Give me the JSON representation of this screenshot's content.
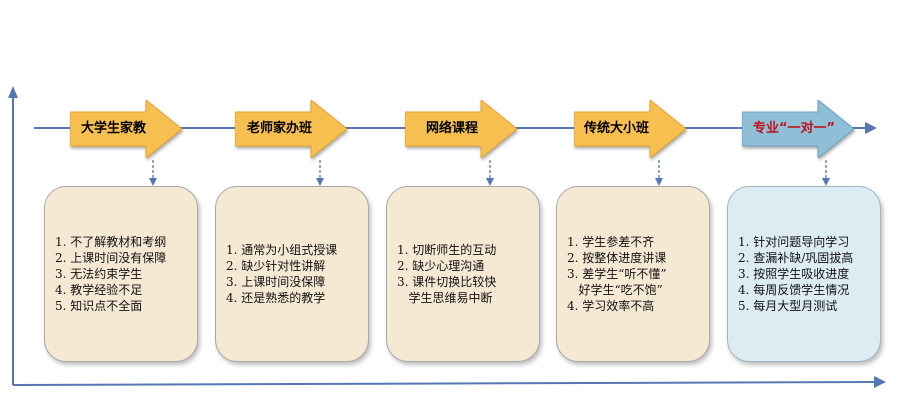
{
  "colors": {
    "axis": "#5578b4",
    "arrow_fill": "#f7bf4f",
    "arrow_fill_special": "#8ebfd6",
    "label_normal": "#000000",
    "label_special": "#c0101a",
    "card_fill": "#f6e9d4",
    "card_fill_special": "#dcecf2"
  },
  "columns": [
    {
      "label": "大学生家教",
      "special": false,
      "items": [
        "1. 不了解教材和考纲",
        "2. 上课时间没有保障",
        "3. 无法约束学生",
        "4. 教学经验不足",
        "5. 知识点不全面"
      ]
    },
    {
      "label": "老师家办班",
      "special": false,
      "items": [
        "1. 通常为小组式授课",
        "2. 缺少针对性讲解",
        "3. 上课时间没保障",
        "4. 还是熟悉的教学"
      ]
    },
    {
      "label": "网络课程",
      "special": false,
      "items": [
        "1. 切断师生的互动",
        "2. 缺少心理沟通",
        "3. 课件切换比较快",
        "   学生思维易中断"
      ]
    },
    {
      "label": "传统大小班",
      "special": false,
      "items": [
        "1. 学生参差不齐",
        "2. 按整体进度讲课",
        "3. 差学生“听不懂”",
        "   好学生“吃不饱”",
        "4. 学习效率不高"
      ]
    },
    {
      "label": "专业“一对一”",
      "special": true,
      "items": [
        "1. 针对问题导向学习",
        "2. 查漏补缺/巩固拔高",
        "3. 按照学生吸收进度",
        "4. 每周反馈学生情况",
        "5. 每月大型月测试"
      ]
    }
  ]
}
